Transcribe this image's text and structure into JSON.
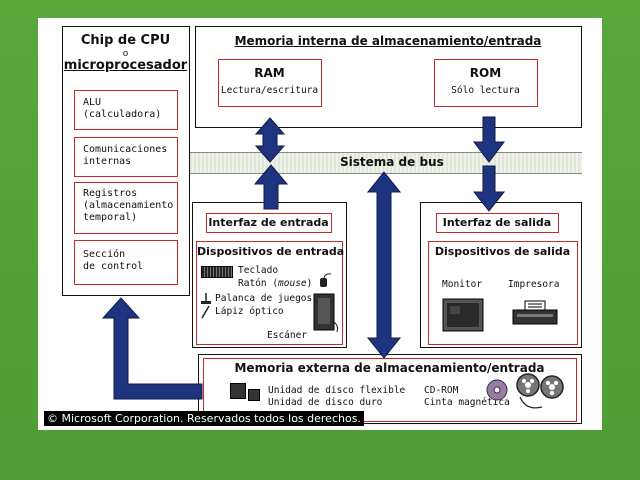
{
  "cpu": {
    "title_line1": "Chip de CPU",
    "title_line2": "o",
    "title_line3": "microprocesador",
    "components": [
      {
        "line1": "ALU",
        "line2": "(calculadora)",
        "line3": ""
      },
      {
        "line1": "Comunicaciones",
        "line2": "internas",
        "line3": ""
      },
      {
        "line1": "Registros",
        "line2": "(almacenamiento",
        "line3": "temporal)"
      },
      {
        "line1": "Sección",
        "line2": "de control",
        "line3": ""
      }
    ]
  },
  "internal_memory": {
    "title": "Memoria interna de almacenamiento/entrada",
    "ram_title": "RAM",
    "ram_desc": "Lectura/escritura",
    "rom_title": "ROM",
    "rom_desc": "Sólo lectura"
  },
  "bus": {
    "label": "Sistema de bus"
  },
  "input": {
    "interface_title": "Interfaz de entrada",
    "devices_title": "Dispositivos de entrada",
    "keyboard": "Teclado",
    "mouse_prefix": "Ratón (",
    "mouse_word": "mouse",
    "mouse_suffix": ")",
    "joystick": "Palanca de juegos",
    "lightpen": "Lápiz óptico",
    "scanner": "Escáner"
  },
  "output": {
    "interface_title": "Interfaz de salida",
    "devices_title": "Dispositivos de salida",
    "monitor": "Monitor",
    "printer": "Impresora"
  },
  "external_memory": {
    "title": "Memoria externa de almacenamiento/entrada",
    "floppy": "Unidad de disco flexible",
    "harddisk": "Unidad de disco duro",
    "cdrom": "CD-ROM",
    "tape": "Cinta magnética"
  },
  "copyright": "© Microsoft Corporation. Reservados todos los derechos.",
  "colors": {
    "background": "#4f9b35",
    "arrow": "#1f3480",
    "frame": "#c82828"
  }
}
